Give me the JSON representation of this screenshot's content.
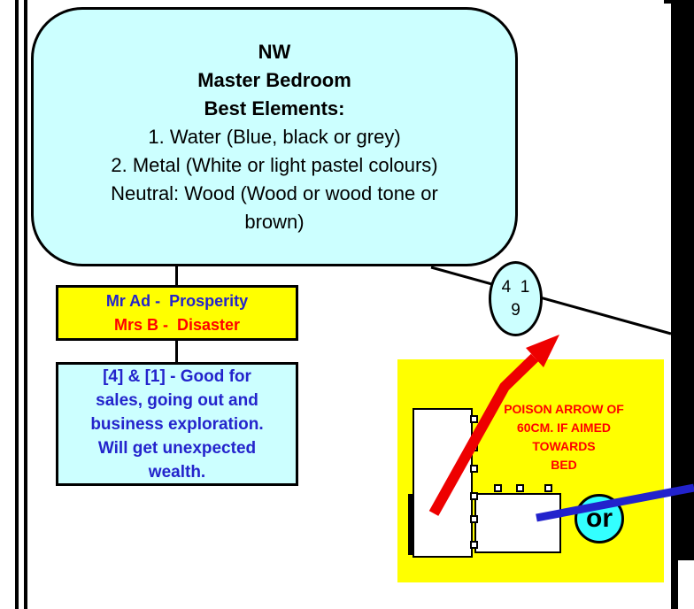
{
  "palette": {
    "box_fill_cyan": "#CCFFFF",
    "circle_fill_cyan": "#33FFFF",
    "highlight_yellow": "#FFFF00",
    "text_blue": "#2424CC",
    "text_red": "#FF0000",
    "arrow_red": "#EE0000",
    "line_blue": "#2222CC",
    "frame_black": "#000000"
  },
  "main_box": {
    "title_lines": [
      "NW",
      "Master Bedroom",
      "Best Elements:"
    ],
    "body_lines": [
      "1. Water (Blue, black or grey)",
      "2. Metal (White or light pastel colours)",
      "Neutral: Wood (Wood or wood tone or",
      "brown)"
    ]
  },
  "owner_box": {
    "prosperity_line": "Mr Ad -  Prosperity",
    "disaster_line": "Mrs B -  Disaster"
  },
  "info_box": {
    "lines": [
      "[4] & [1] - Good for",
      "sales, going out and",
      "business exploration.",
      "Will get unexpected",
      "wealth."
    ]
  },
  "star_ellipse": {
    "top_line": "4  1",
    "bottom_line": "9"
  },
  "poison_label": {
    "lines": [
      "POISON ARROW OF",
      "60CM. IF AIMED",
      "TOWARDS",
      "BED"
    ]
  },
  "or_circle": {
    "label": "or"
  }
}
